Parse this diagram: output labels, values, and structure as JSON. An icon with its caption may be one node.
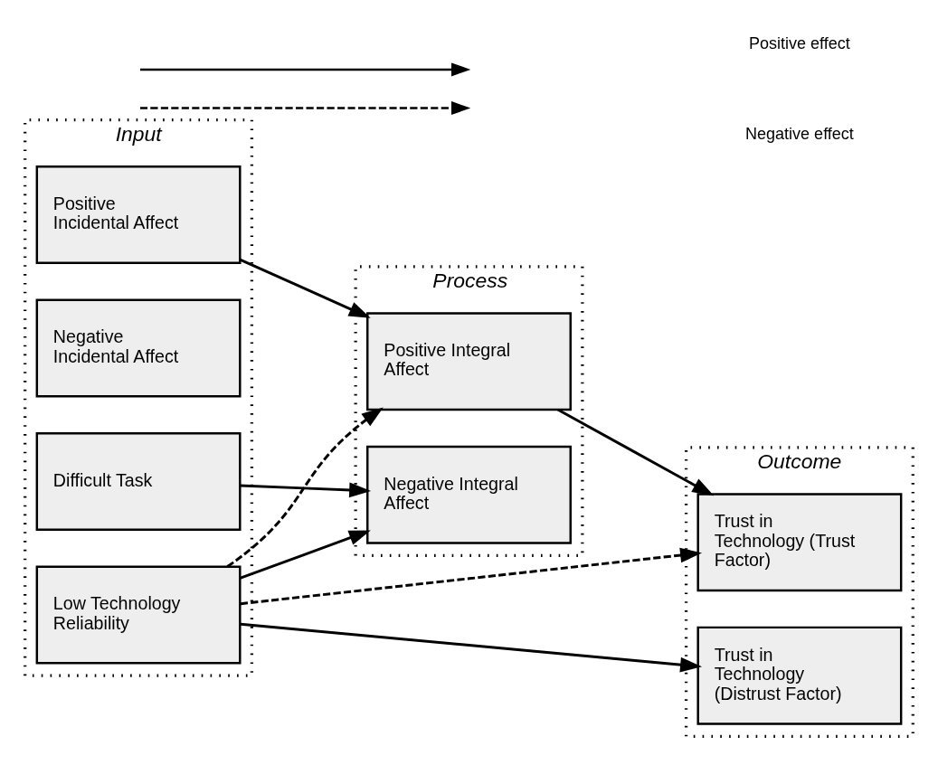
{
  "diagram": {
    "nodes": [
      {
        "text": [
          "Input"
        ]
      },
      {
        "text": [
          "Positive Incidental Affect"
        ],
        "in": 0
      },
      {
        "text": [
          "Negative Incidental Affect"
        ],
        "in": 0
      },
      {
        "text": [
          "Difficult Task"
        ],
        "in": 0
      },
      {
        "text": [
          "Low Technology Reliability"
        ],
        "in": 0
      },
      {
        "text": [
          "Process"
        ]
      },
      {
        "text": [
          "Positive Integral Affect"
        ],
        "in": 5
      },
      {
        "text": [
          "Negative Integral Affect"
        ],
        "in": 5
      },
      {
        "text": [
          "Outcome"
        ]
      },
      {
        "text": [
          "Trust in Technology (Trust Factor)"
        ],
        "in": 8
      },
      {
        "text": [
          "Trust in Technology (Distrust Factor)"
        ],
        "in": 8
      }
    ],
    "edges": [
      {
        "from": 1,
        "to": 6,
        "arrow": "to"
      },
      {
        "from": 4,
        "to": 6,
        "arrow": "to",
        "style": "dashed"
      },
      {
        "from": 3,
        "to": 7,
        "arrow": "to"
      },
      {
        "from": 4,
        "to": 7,
        "arrow": "to"
      },
      {
        "from": 6,
        "to": 9,
        "arrow": "to"
      },
      {
        "from": 4,
        "to": 9,
        "arrow": "to",
        "style": "dashed"
      },
      {
        "from": 4,
        "to": 10,
        "arrow": "to"
      }
    ],
    "legend": [
      {
        "text": "Positive effect"
      },
      {
        "text": "Negative effect"
      }
    ]
  }
}
